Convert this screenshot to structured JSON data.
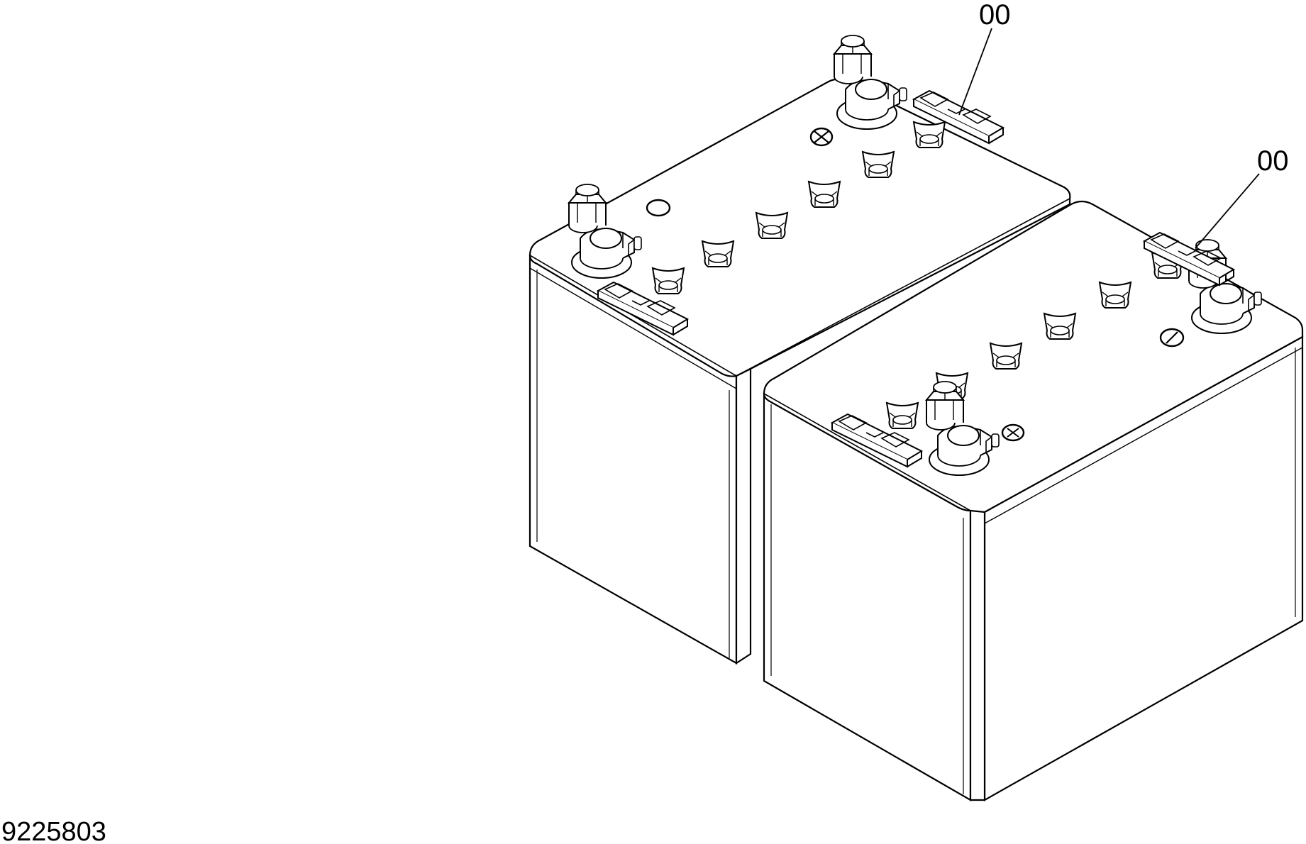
{
  "drawing": {
    "id_label": "9225803",
    "line_color": "#000000",
    "background": "#ffffff"
  },
  "callouts": [
    {
      "label": "00",
      "target": "hold-down-clamp-rear-battery"
    },
    {
      "label": "00",
      "target": "hold-down-clamp-front-battery"
    }
  ]
}
